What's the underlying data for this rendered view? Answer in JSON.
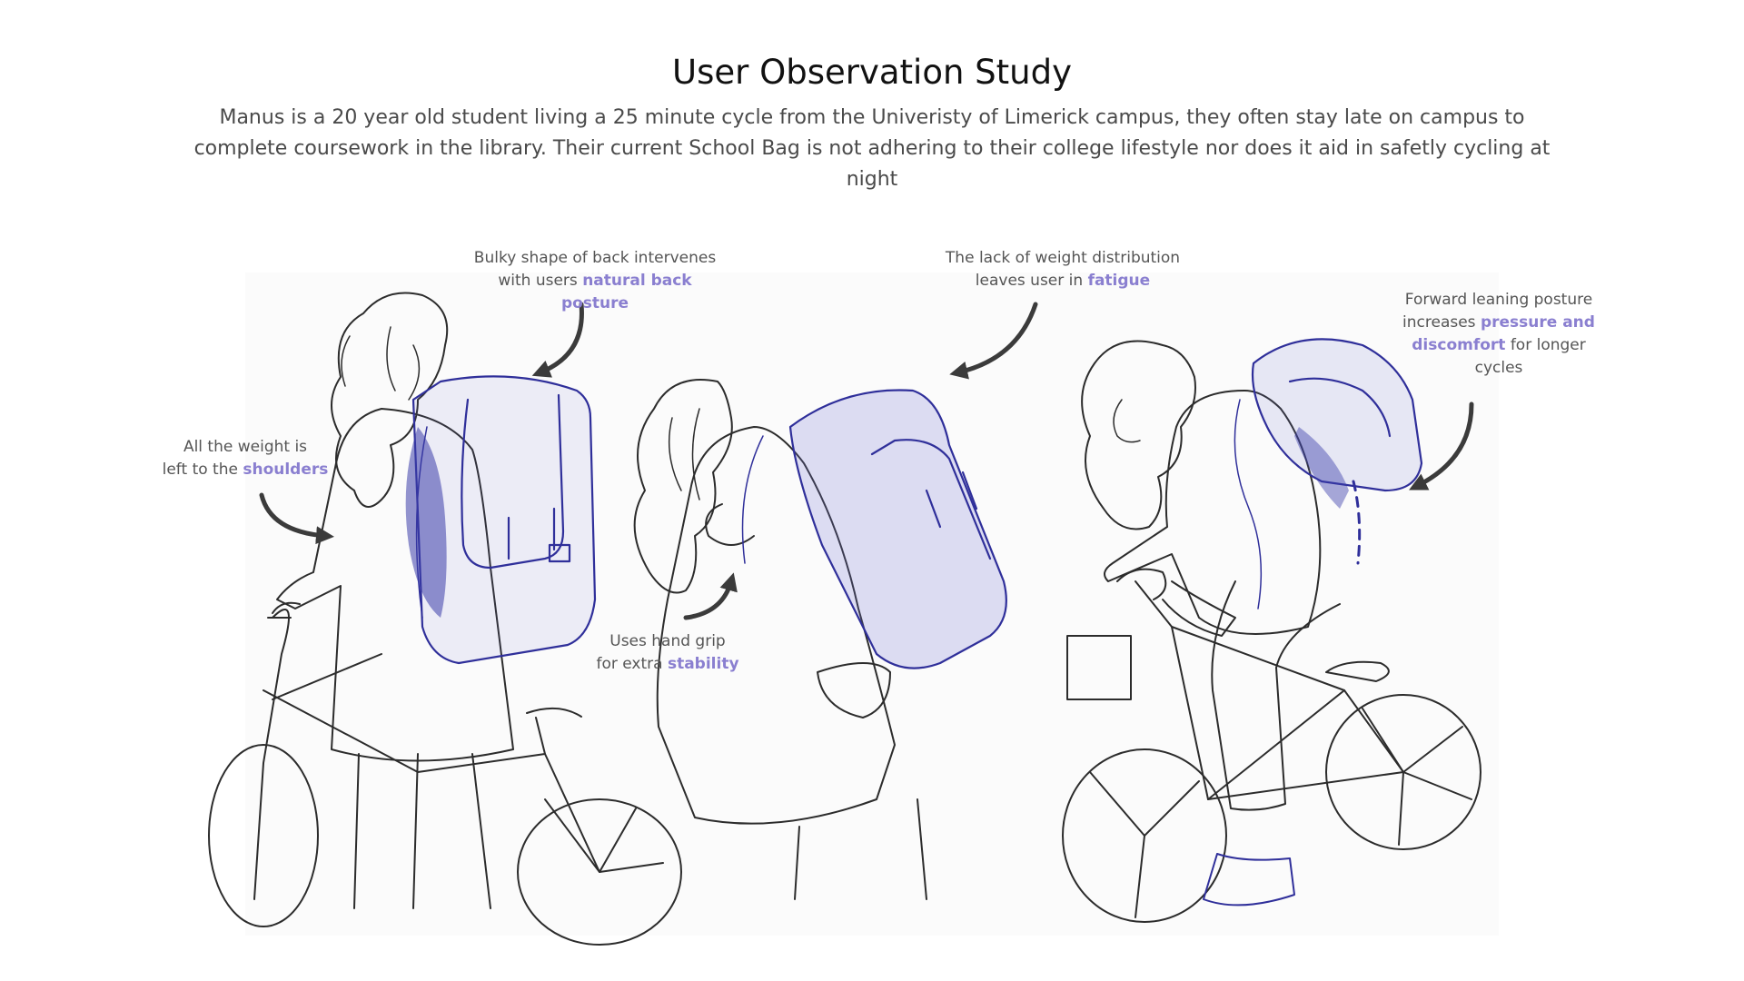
{
  "title": "User Observation Study",
  "subtitle": "Manus is a 20 year old student living a 25 minute cycle from the Univeristy of Limerick campus, they often stay late on campus to complete coursework in the library. Their current School Bag is not adhering to their college lifestyle nor does it aid in safetly cycling at night",
  "colors": {
    "highlight": "#8a7fd0",
    "backpack_ink": "#2f2f9a",
    "backpack_wash": "#6d6fd0",
    "sketch_ink": "#2c2c2c",
    "arrow": "#3b3b3b"
  },
  "annotations": {
    "shoulders": {
      "line1": "All the weight is",
      "pre": "left to the ",
      "highlight": "shoulders",
      "post": ""
    },
    "posture": {
      "line1": "Bulky shape of back intervenes",
      "pre": "with users ",
      "highlight": "natural back posture",
      "post": ""
    },
    "fatigue": {
      "line1": "The lack of weight distribution",
      "pre": "leaves user in ",
      "highlight": "fatigue",
      "post": ""
    },
    "stability": {
      "line1": "Uses hand grip",
      "pre": "for extra ",
      "highlight": "stability",
      "post": ""
    },
    "pressure": {
      "line1": "Forward leaning posture",
      "pre": "increases ",
      "highlight": "pressure and",
      "highlight2": "discomfort",
      "post": " for longer",
      "line4": "cycles"
    }
  },
  "figures": [
    {
      "name": "standing-student-with-bicycle",
      "icon": "person-backpack-bicycle-sketch"
    },
    {
      "name": "hunched-student-gripping-strap",
      "icon": "person-backpack-hunched-sketch"
    },
    {
      "name": "cycling-student-leaning-forward",
      "icon": "person-backpack-cycling-sketch"
    }
  ]
}
